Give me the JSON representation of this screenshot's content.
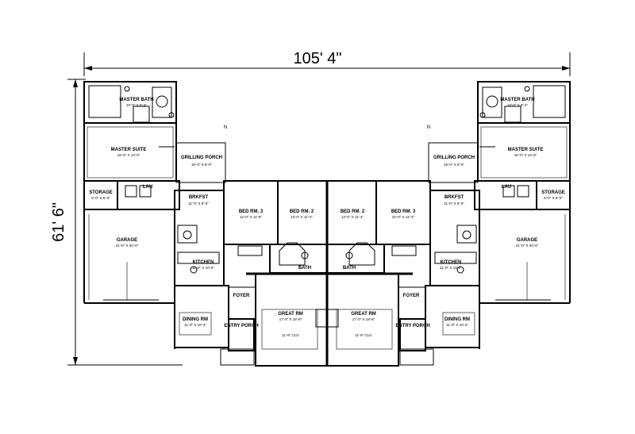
{
  "dimensions": {
    "width": "105' 4\"",
    "depth": "61' 6\""
  },
  "rooms": {
    "master_bath": "MASTER BATH",
    "master_suite": "MASTER SUITE",
    "grilling_porch": "GRILLING PORCH",
    "storage": "STORAGE",
    "laundry": "LAU",
    "brkfst": "BRKFST",
    "garage": "GARAGE",
    "kitchen": "KITCHEN",
    "dining_rm": "DINING RM",
    "foyer": "FOYER",
    "entry_porch": "ENTRY PORCH",
    "great_rm": "GREAT RM",
    "bath": "BATH",
    "bed_rm_2": "BED RM. 2",
    "bed_rm_3": "BED RM. 3"
  },
  "sizes": {
    "master_bath": "10'-0\" X 8'-4\"",
    "master_suite": "15'-0\" X 13'-0\"",
    "grilling_porch": "15'-0\" X 8'-0\"",
    "brkfst": "11'-0\" X 9'-0\"",
    "garage": "21'-0\" X 20'-0\"",
    "kitchen": "11'-0\" X 10'-0\"",
    "dining_rm": "11'-0\" X 10'-4\"",
    "great_rm": "17'-0\" X 18'-8\"",
    "bed_rm_2": "12'-0\" X 11'-4\"",
    "bed_rm_3": "10'-0\" X 12'-4\"",
    "bed_rm_3_left": "12'-0\" X 11'-8\"",
    "storage": "5'-0\" X 5'-0\""
  },
  "misc": {
    "ceiling": "11'-8\" CLG",
    "north_mark_left": "N",
    "north_mark_right": "N"
  }
}
